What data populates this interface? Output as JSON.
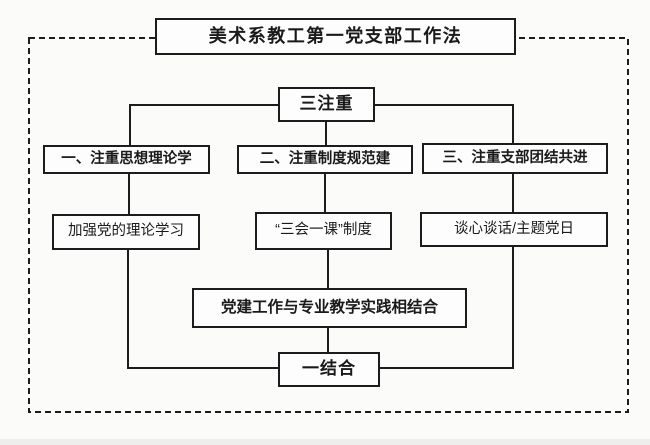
{
  "diagram": {
    "title": "美术系教工第一党支部工作法",
    "top_node": "三注重",
    "columns": [
      {
        "heading": "一、注重思想理论学",
        "detail": "加强党的理论学习"
      },
      {
        "heading": "二、注重制度规范建",
        "detail": "“三会一课”制度"
      },
      {
        "heading": "三、注重支部团结共进",
        "detail": "谈心谈话/主题党日"
      }
    ],
    "integration_node": "党建工作与专业教学实践相结合",
    "bottom_node": "一结合",
    "colors": {
      "line": "#1c1c1c",
      "background": "#fbfbfa",
      "box_fill": "#fdfdfd"
    }
  }
}
